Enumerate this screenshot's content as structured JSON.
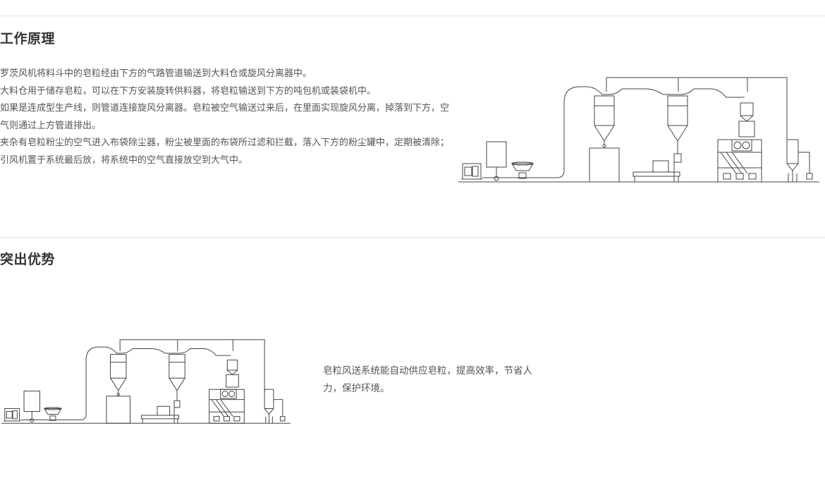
{
  "section1": {
    "title": "工作原理",
    "paragraphs": [
      "罗茨风机将料斗中的皂粒经由下方的气路管道输送到大料仓或旋风分离器中。",
      "大料仓用于储存皂粒，可以在下方安装旋转供料器，将皂粒输送到下方的吨包机或装袋机中。",
      "如果是连成型生产线，则管道连接旋风分离器。皂粒被空气输送过来后，在里面实现旋风分离，掉落到下方，空气则通过上方管道排出。",
      "夹杂有皂粒粉尘的空气进入布袋除尘器，粉尘被里面的布袋所过滤和拦截，落入下方的粉尘罐中，定期被清除；",
      "引风机置于系统最后放，将系统中的空气直接放空到大气中。"
    ]
  },
  "section2": {
    "title": "突出优势",
    "description": "皂粒风送系统能自动供应皂粒，提高效率，节省人力，保护环境。"
  },
  "colors": {
    "heading": "#333333",
    "text": "#555555",
    "divider": "#e2e2e2",
    "line_drawing": "#444444"
  }
}
